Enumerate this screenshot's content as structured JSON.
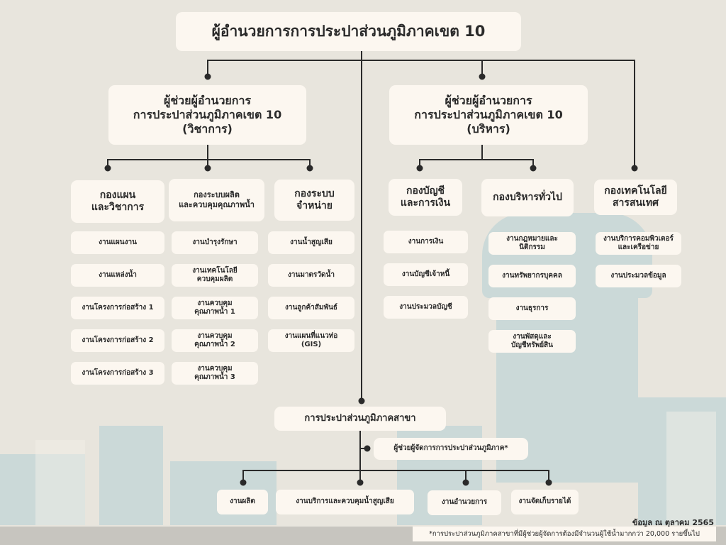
{
  "title": "ผู้อำนวยการการประปาส่วนภูมิภาคเขต 10",
  "assistants": [
    "ผู้ช่วยผู้อำนวยการ\nการประปาส่วนภูมิภาคเขต 10\n(วิชาการ)",
    "ผู้ช่วยผู้อำนวยการ\nการประปาส่วนภูมิภาคเขต 10\n(บริหาร)"
  ],
  "divisions": [
    {
      "name": "กองแผน\nและวิชาการ",
      "units": [
        "งานแผนงาน",
        "งานแหล่งน้ำ",
        "งานโครงการก่อสร้าง 1",
        "งานโครงการก่อสร้าง 2",
        "งานโครงการก่อสร้าง 3"
      ]
    },
    {
      "name": "กองระบบผลิต\nและควบคุมคุณภาพน้ำ",
      "units": [
        "งานบำรุงรักษา",
        "งานเทคโนโลยี\nควบคุมผลิต",
        "งานควบคุม\nคุณภาพน้ำ  1",
        "งานควบคุม\nคุณภาพน้ำ  2",
        "งานควบคุม\nคุณภาพน้ำ  3"
      ]
    },
    {
      "name": "กองระบบ\nจำหน่าย",
      "units": [
        "งานน้ำสูญเสีย",
        "งานมาตรวัดน้ำ",
        "งานลูกค้าสัมพันธ์",
        "งานแผนที่แนวท่อ\n(GIS)"
      ]
    },
    {
      "name": "กองบัญชี\nและการเงิน",
      "units": [
        "งานการเงิน",
        "งานบัญชีเจ้าหนี้",
        "งานประมวลบัญชี"
      ]
    },
    {
      "name": "กองบริหารทั่วไป",
      "units": [
        "งานกฎหมายและ\nนิติกรรม",
        "งานทรัพยากรบุคคล",
        "งานธุรการ",
        "งานพัสดุและ\nบัญชีทรัพย์สิน"
      ]
    },
    {
      "name": "กองเทคโนโลยี\nสารสนเทศ",
      "units": [
        "งานบริการคอมพิวเตอร์\nและเครือข่าย",
        "งานประมวลข้อมูล"
      ]
    }
  ],
  "branch": {
    "name": "การประปาส่วนภูมิภาคสาขา",
    "assistant": "ผู้ช่วยผู้จัดการการประปาส่วนภูมิภาค*",
    "units": [
      "งานผลิต",
      "งานบริการและควบคุมน้ำสูญเสีย",
      "งานอำนวยการ",
      "งานจัดเก็บรายได้"
    ]
  },
  "footer": {
    "date": "ข้อมูล ณ ตุลาคม 2565",
    "note": "*การประปาส่วนภูมิภาคสาขาที่มีผู้ช่วยผู้จัดการต้องมีจำนวนผู้ใช้น้ำมากกว่า 20,000 รายขึ้นไป"
  }
}
